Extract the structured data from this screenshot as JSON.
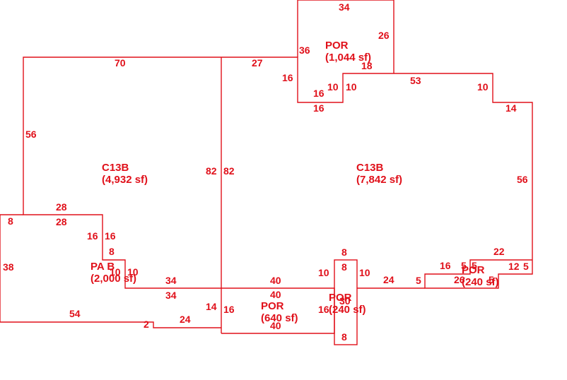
{
  "areas": [
    {
      "code": "C13B",
      "size": "(4,932 sf)"
    },
    {
      "code": "C13B",
      "size": "(7,842 sf)"
    },
    {
      "code": "POR",
      "size": "(1,044 sf)"
    },
    {
      "code": "PA B",
      "size": "(2,000 sf)"
    },
    {
      "code": "POR",
      "size": "(640 sf)"
    },
    {
      "code": "POR",
      "size": "(240 sf)"
    },
    {
      "code": "POR",
      "size": "(240 sf)"
    }
  ],
  "dimensions": [
    "34",
    "26",
    "36",
    "18",
    "16",
    "16",
    "10",
    "10",
    "16",
    "53",
    "10",
    "14",
    "70",
    "27",
    "56",
    "82",
    "82",
    "56",
    "28",
    "28",
    "8",
    "16",
    "16",
    "8",
    "38",
    "10",
    "10",
    "34",
    "34",
    "54",
    "2",
    "24",
    "14",
    "16",
    "40",
    "40",
    "40",
    "8",
    "8",
    "10",
    "10",
    "8",
    "16",
    "30",
    "24",
    "5",
    "22",
    "16",
    "5",
    "5",
    "12",
    "5",
    "26",
    "5"
  ]
}
